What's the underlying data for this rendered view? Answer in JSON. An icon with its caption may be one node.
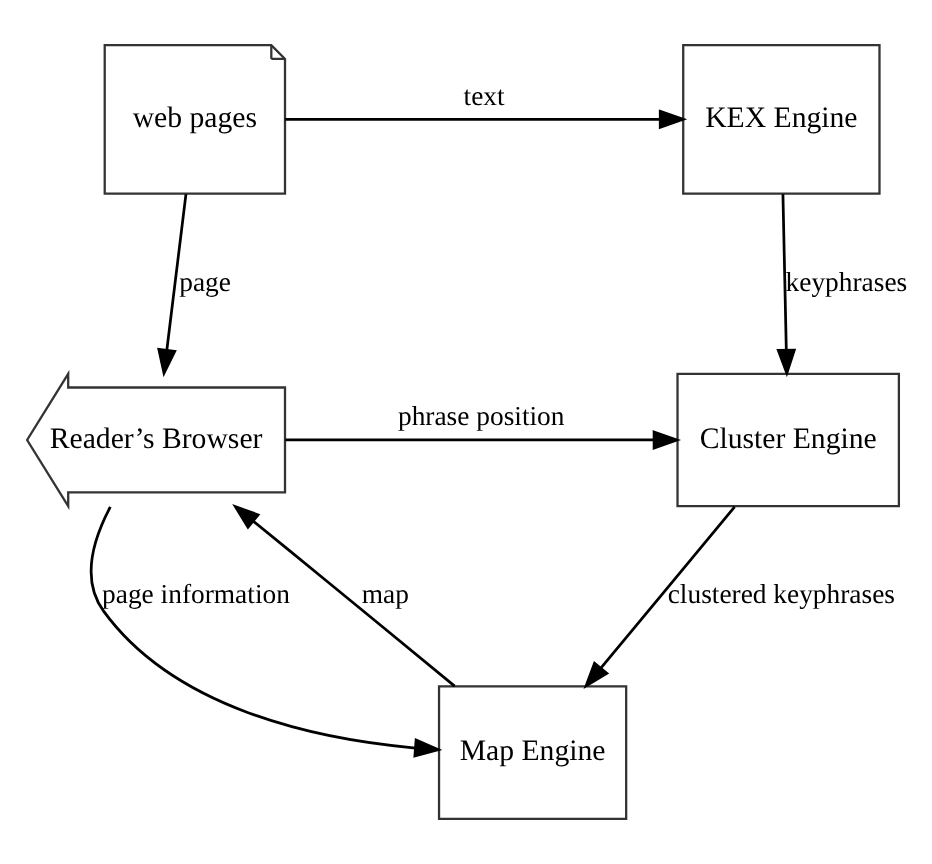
{
  "diagram": {
    "nodes": [
      {
        "text": [
          "web pages"
        ]
      },
      {
        "text": [
          "KEX Engine"
        ]
      },
      {
        "text": [
          "Reader’s Browser"
        ]
      },
      {
        "text": [
          "Cluster Engine"
        ]
      },
      {
        "text": [
          "Map Engine"
        ]
      }
    ],
    "edges": [
      {
        "from": 0,
        "to": 1,
        "arrow": "to",
        "label": "text"
      },
      {
        "from": 1,
        "to": 3,
        "arrow": "to",
        "label": "keyphrases"
      },
      {
        "from": 0,
        "to": 2,
        "arrow": "to",
        "label": "page"
      },
      {
        "from": 2,
        "to": 3,
        "arrow": "to",
        "label": "phrase position"
      },
      {
        "from": 3,
        "to": 4,
        "arrow": "to",
        "label": "clustered keyphrases"
      },
      {
        "from": 2,
        "to": 4,
        "arrow": "to",
        "label": "page information"
      },
      {
        "from": 4,
        "to": 2,
        "arrow": "to",
        "label": "map"
      }
    ]
  }
}
